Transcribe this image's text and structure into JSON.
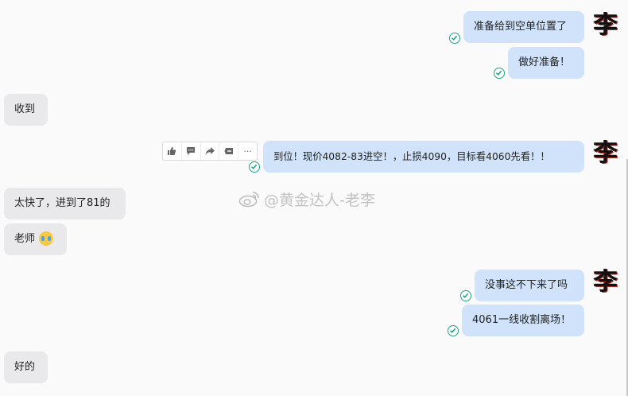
{
  "messages": {
    "m1": "准备给到空单位置了",
    "m2": "做好准备！",
    "m3": "收到",
    "m4": "到位！现价4082-83进空！，止损4090，目标看4060先看！！",
    "m5": "太快了，进到了81的",
    "m6": "老师",
    "m7": "没事这不下来了吗",
    "m8": "4061一线收割离场！",
    "m9": "好的"
  },
  "avatar": {
    "char": "李"
  },
  "watermark": {
    "text": "@黄金达人-老李"
  },
  "toolbar": {
    "icons": [
      "thumbs-up-icon",
      "comment-icon",
      "share-icon",
      "quote-icon",
      "more-icon"
    ],
    "more_label": "···"
  },
  "colors": {
    "my_bubble": "#d0e3fb",
    "other_bubble": "#e9e9eb",
    "sent_check": "#1aa37f"
  },
  "emoji": "crying-face"
}
